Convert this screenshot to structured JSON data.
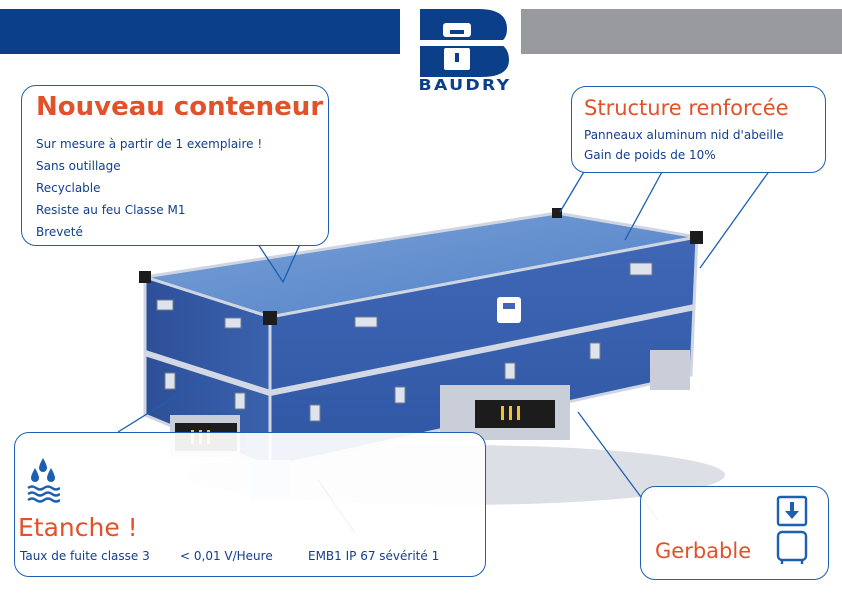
{
  "brand": {
    "name": "BAUDRY",
    "colors": {
      "primary": "#0c3f8a",
      "grey": "#999a9d",
      "accent": "#e2522a",
      "line": "#1d5fb0"
    }
  },
  "nouveau": {
    "title": "Nouveau conteneur",
    "items": [
      "Sur mesure à partir de 1 exemplaire !",
      "Sans outillage",
      "Recyclable",
      "Resiste au feu Classe M1",
      "Breveté"
    ]
  },
  "structure": {
    "title": "Structure renforcée",
    "items": [
      "Panneaux aluminum nid d'abeille",
      "Gain de poids de 10%"
    ]
  },
  "etanche": {
    "title": "Etanche !",
    "icon": "water-drops-icon",
    "specs": [
      "Taux de fuite classe 3",
      "< 0,01 V/Heure",
      "EMB1 IP 67 sévérité 1"
    ]
  },
  "gerbable": {
    "title": "Gerbable",
    "icon": "stackable-icon"
  }
}
